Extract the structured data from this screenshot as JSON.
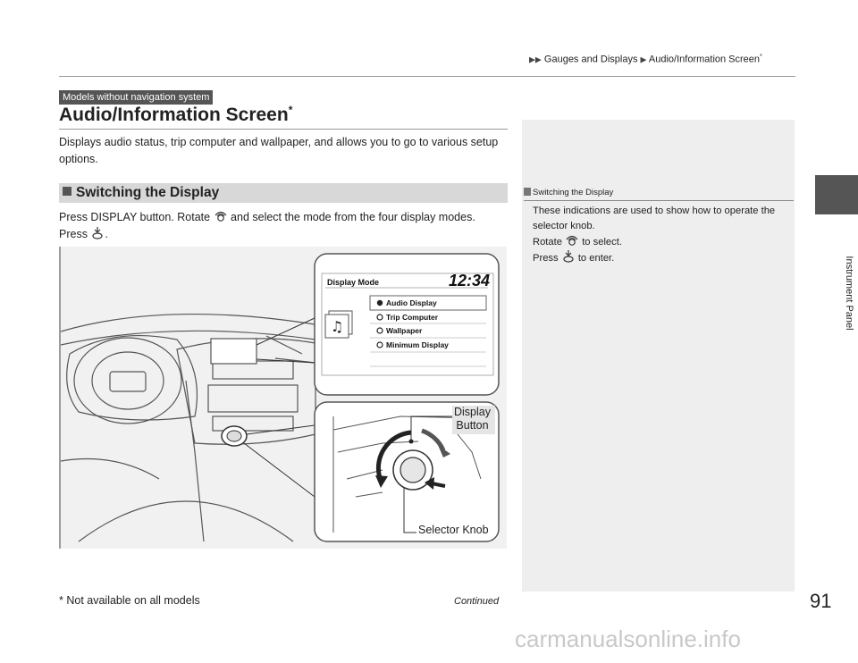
{
  "header": {
    "crumb1": "Gauges and Displays",
    "crumb2": "Audio/Information Screen",
    "crumb2_star": "*"
  },
  "side_tab": {
    "label": "Instrument Panel"
  },
  "badge": {
    "label": "Models without navigation system"
  },
  "title": {
    "text": "Audio/Information Screen",
    "star": "*"
  },
  "intro": "Displays audio status, trip computer and wallpaper, and allows you to go to various setup options.",
  "section": {
    "title": "Switching the Display"
  },
  "instruction": {
    "part1": "Press DISPLAY button. Rotate",
    "part2": "and select the mode from the four display modes.",
    "part3": "Press",
    "part4": "."
  },
  "figure": {
    "screen_title": "Display Mode",
    "clock": "12:34",
    "menu_items": [
      "Audio Display",
      "Trip Computer",
      "Wallpaper",
      "Minimum Display"
    ],
    "label_display": "Display",
    "label_button": "Button",
    "label_knob": "Selector Knob"
  },
  "aside": {
    "heading": "Switching the Display",
    "line1": "These indications are used to show how to operate the selector knob.",
    "line2a": "Rotate",
    "line2b": "to select.",
    "line3a": "Press",
    "line3b": "to enter."
  },
  "footer": {
    "continued": "Continued",
    "page_number": "91",
    "footnote": "* Not available on all models",
    "watermark": "carmanualsonline.info"
  }
}
